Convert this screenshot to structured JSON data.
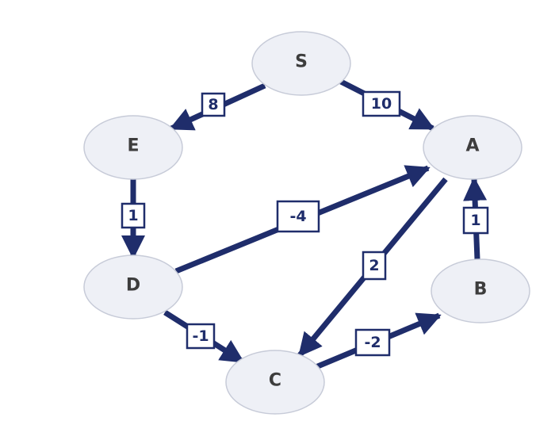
{
  "graph": {
    "nodes": [
      {
        "id": "S",
        "label": "S"
      },
      {
        "id": "E",
        "label": "E"
      },
      {
        "id": "A",
        "label": "A"
      },
      {
        "id": "D",
        "label": "D"
      },
      {
        "id": "B",
        "label": "B"
      },
      {
        "id": "C",
        "label": "C"
      }
    ],
    "edges": [
      {
        "from": "S",
        "to": "E",
        "weight": "8"
      },
      {
        "from": "S",
        "to": "A",
        "weight": "10"
      },
      {
        "from": "E",
        "to": "D",
        "weight": "1"
      },
      {
        "from": "D",
        "to": "A",
        "weight": "-4"
      },
      {
        "from": "A",
        "to": "C",
        "weight": "2"
      },
      {
        "from": "B",
        "to": "A",
        "weight": "1"
      },
      {
        "from": "D",
        "to": "C",
        "weight": "-1"
      },
      {
        "from": "C",
        "to": "B",
        "weight": "-2"
      }
    ],
    "colors": {
      "edge": "#1f2d6b",
      "node_fill": "#eef0f6",
      "node_stroke": "#c7cbd8",
      "node_text": "#3d3d3d"
    }
  }
}
